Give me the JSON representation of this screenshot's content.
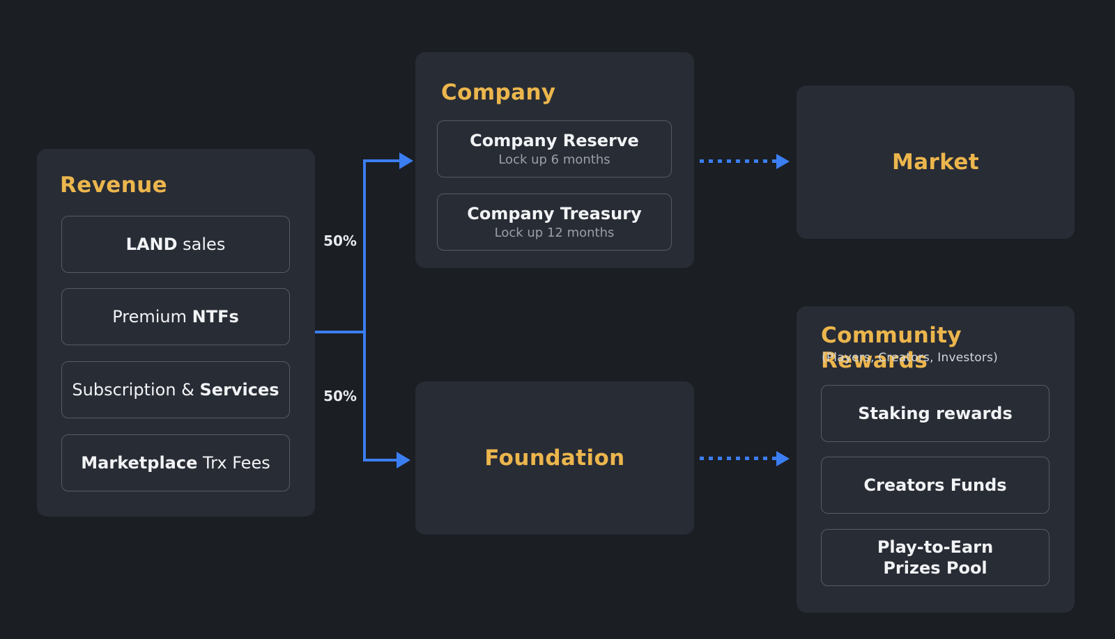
{
  "palette": {
    "background": "#1b1e23",
    "panel": "#282c35",
    "box_border": "#565b65",
    "accent_gold": "#ecb64d",
    "text_primary": "#f2f3f5",
    "text_secondary": "#9aa0a8",
    "arrow_blue": "#3b7ef2"
  },
  "revenue": {
    "title": "Revenue",
    "items": [
      {
        "pre": "",
        "bold": "LAND",
        "post": " sales"
      },
      {
        "pre": "Premium ",
        "bold": "NTFs",
        "post": ""
      },
      {
        "pre": "Subscription & ",
        "bold": "Services",
        "post": ""
      },
      {
        "pre": "",
        "bold": "Marketplace",
        "post": " Trx Fees"
      }
    ]
  },
  "company": {
    "title": "Company",
    "items": [
      {
        "title": "Company Reserve",
        "subtitle": "Lock up 6 months"
      },
      {
        "title": "Company Treasury",
        "subtitle": "Lock up 12 months"
      }
    ]
  },
  "market": {
    "title": "Market"
  },
  "foundation": {
    "title": "Foundation"
  },
  "community": {
    "title": "Community Rewards",
    "subtitle": "(Players, Creators, Investors)",
    "items": [
      {
        "line1": "Staking rewards",
        "line2": ""
      },
      {
        "line1": "Creators Funds",
        "line2": ""
      },
      {
        "line1": "Play-to-Earn",
        "line2": "Prizes Pool"
      }
    ]
  },
  "flows": {
    "company_share": "50%",
    "foundation_share": "50%"
  }
}
